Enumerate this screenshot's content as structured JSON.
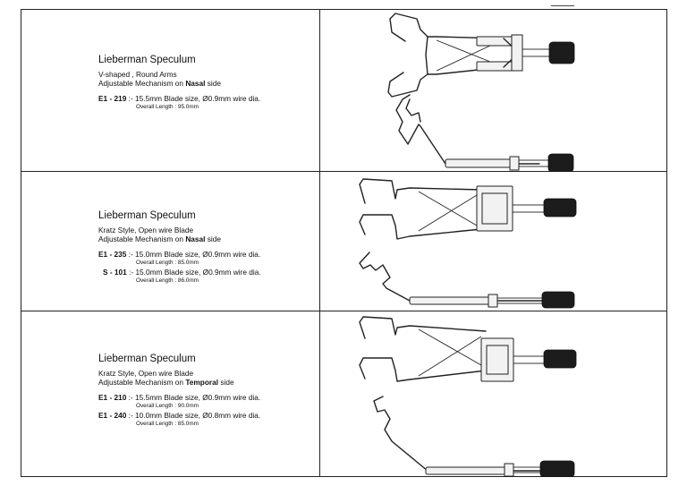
{
  "products": [
    {
      "title": "Lieberman Speculum",
      "line1": "V-shaped , Round Arms",
      "line2_prefix": "Adjustable Mechanism on ",
      "line2_bold": "Nasal",
      "line2_suffix": " side",
      "specs": [
        {
          "code": "E1 - 219",
          "text": " :- 15.5mm Blade size, Ø0.9mm wire dia.",
          "length": "Overall Length : 95.0mm"
        }
      ]
    },
    {
      "title": "Lieberman Speculum",
      "line1": "Kratz Style, Open wire Blade",
      "line2_prefix": "Adjustable Mechanism on ",
      "line2_bold": "Nasal",
      "line2_suffix": " side",
      "specs": [
        {
          "code": "E1 - 235",
          "text": " :- 15.0mm Blade size, Ø0.9mm wire dia.",
          "length": "Overall Length : 85.0mm"
        },
        {
          "code": "S - 101",
          "text": " :- 15.0mm Blade size, Ø0.9mm wire dia.",
          "length": "Overall Length : 86.0mm"
        }
      ]
    },
    {
      "title": "Lieberman Speculum",
      "line1": "Kratz Style, Open wire Blade",
      "line2_prefix": "Adjustable Mechanism on ",
      "line2_bold": "Temporal",
      "line2_suffix": " side",
      "specs": [
        {
          "code": "E1 - 210",
          "text": " :- 15.5mm Blade size, Ø0.9mm wire dia.",
          "length": "Overall Length : 90.0mm"
        },
        {
          "code": "E1 - 240",
          "text": " :- 10.0mm Blade size, Ø0.8mm wire dia.",
          "length": "Overall Length : 85.0mm"
        }
      ]
    }
  ]
}
